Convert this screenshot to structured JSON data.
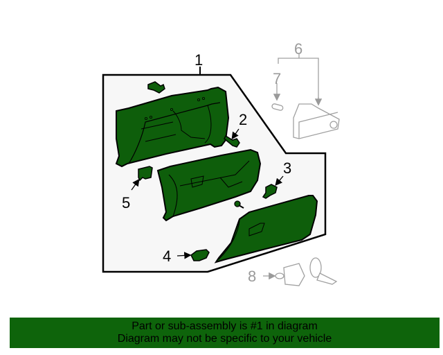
{
  "diagram": {
    "type": "exploded-parts-diagram",
    "subject": "Glove box assembly",
    "colors": {
      "part_fill": "#0e5e0b",
      "part_outline": "#000000",
      "frame_fill": "#f7f7f7",
      "frame_outline": "#000000",
      "related_part_outline": "#a0a0a0"
    },
    "callouts": [
      {
        "id": "1",
        "label": "1",
        "style": "dark"
      },
      {
        "id": "2",
        "label": "2",
        "style": "dark"
      },
      {
        "id": "3",
        "label": "3",
        "style": "dark"
      },
      {
        "id": "4",
        "label": "4",
        "style": "dark"
      },
      {
        "id": "5",
        "label": "5",
        "style": "dark"
      },
      {
        "id": "6",
        "label": "6",
        "style": "gray"
      },
      {
        "id": "7",
        "label": "7",
        "style": "gray"
      },
      {
        "id": "8",
        "label": "8",
        "style": "gray"
      }
    ]
  },
  "footer": {
    "line1": "Part or sub-assembly is #1 in diagram",
    "line2": "Diagram may not be specific to your vehicle",
    "background": "#0e640b"
  }
}
